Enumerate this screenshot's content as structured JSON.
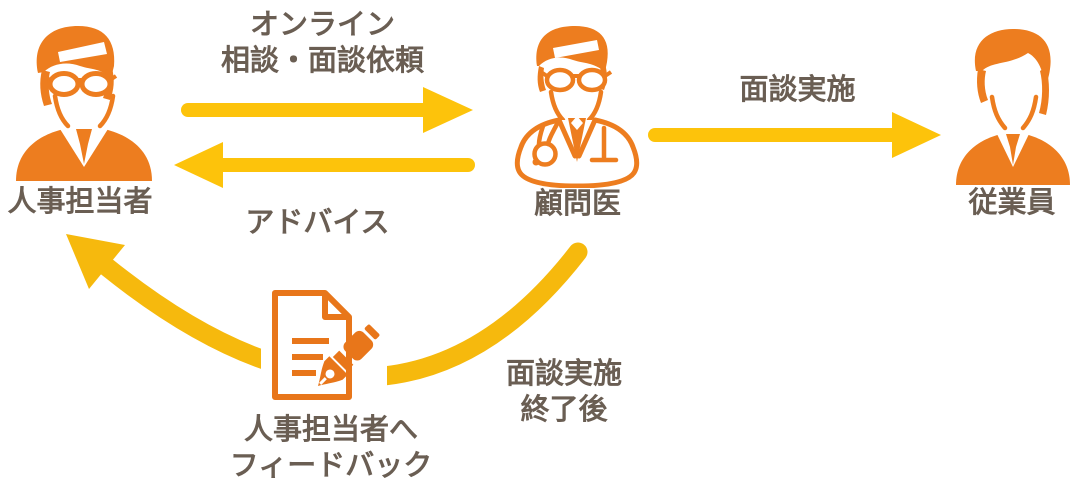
{
  "diagram": {
    "actors": [
      {
        "label": "人事担当者"
      },
      {
        "label": "顧問医"
      },
      {
        "label": "従業員"
      }
    ],
    "flows": {
      "request": {
        "line1": "オンライン",
        "line2": "相談・面談依頼"
      },
      "advice": {
        "label": "アドバイス"
      },
      "interview": {
        "label": "面談実施"
      },
      "after_interview": {
        "line1": "面談実施",
        "line2": "終了後"
      },
      "feedback": {
        "line1": "人事担当者へ",
        "line2": "フィードバック"
      }
    },
    "icons": {
      "hr": "hr-person-icon",
      "doctor": "doctor-icon",
      "employee": "employee-icon",
      "document": "document-pen-icon"
    },
    "colors": {
      "icon_orange": "#ED7D1F",
      "outline_orange": "#E8761A",
      "arrow_yellow": "#FDC30B",
      "curve_yellow": "#F6B90D",
      "text": "#6A5E53",
      "background": "#FFFFFF"
    }
  }
}
